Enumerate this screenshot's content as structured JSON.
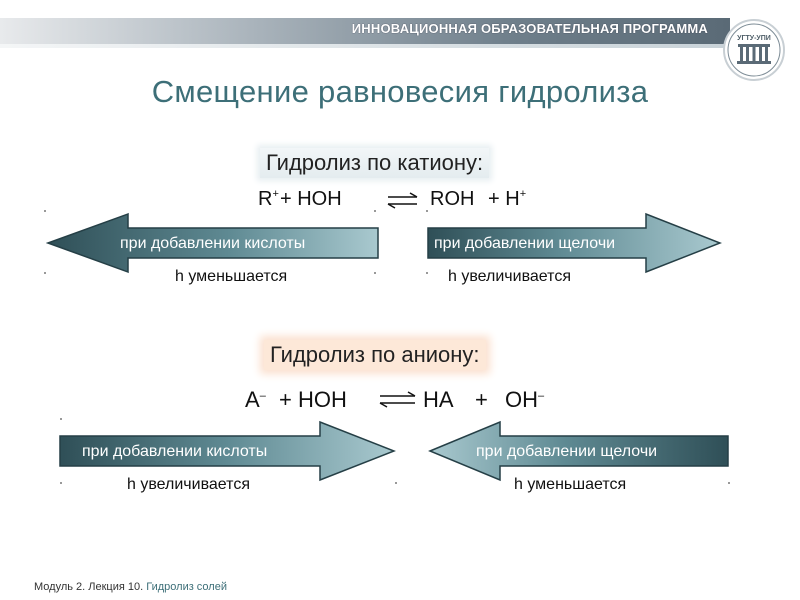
{
  "header": {
    "program": "ИННОВАЦИОННАЯ ОБРАЗОВАТЕЛЬНАЯ ПРОГРАММА",
    "logo_text": "УГТУ-УПИ"
  },
  "slide": {
    "title": "Смещение равновесия гидролиза"
  },
  "cation": {
    "heading": "Гидролиз по катиону:",
    "equation": {
      "r": "R",
      "r_charge": "+",
      "plus1": "+ HOH",
      "roh": "ROH",
      "plus2": "+ H",
      "h_charge": "+"
    },
    "left_arrow": {
      "label": "при добавлении кислоты",
      "note": "h уменьшается"
    },
    "right_arrow": {
      "label": "при добавлении щелочи",
      "note": "h увеличивается"
    }
  },
  "anion": {
    "heading": "Гидролиз по аниону:",
    "equation": {
      "a": "A",
      "a_charge": "–",
      "plus1": "+ HOH",
      "ha": "HA",
      "plus2": "+",
      "oh": "OH",
      "oh_charge": "–"
    },
    "left_arrow": {
      "label": "при добавлении кислоты",
      "note": "h увеличивается"
    },
    "right_arrow": {
      "label": "при добавлении щелочи",
      "note": "h уменьшается"
    }
  },
  "footer": {
    "module": "Модуль 2. Лекция 10.",
    "topic": "Гидролиз солей"
  },
  "colors": {
    "title": "#3d6f78",
    "arrow_dark": "#2f4f57",
    "arrow_light": "#a9c9cf",
    "anion_highlight": "#fde8d8"
  }
}
